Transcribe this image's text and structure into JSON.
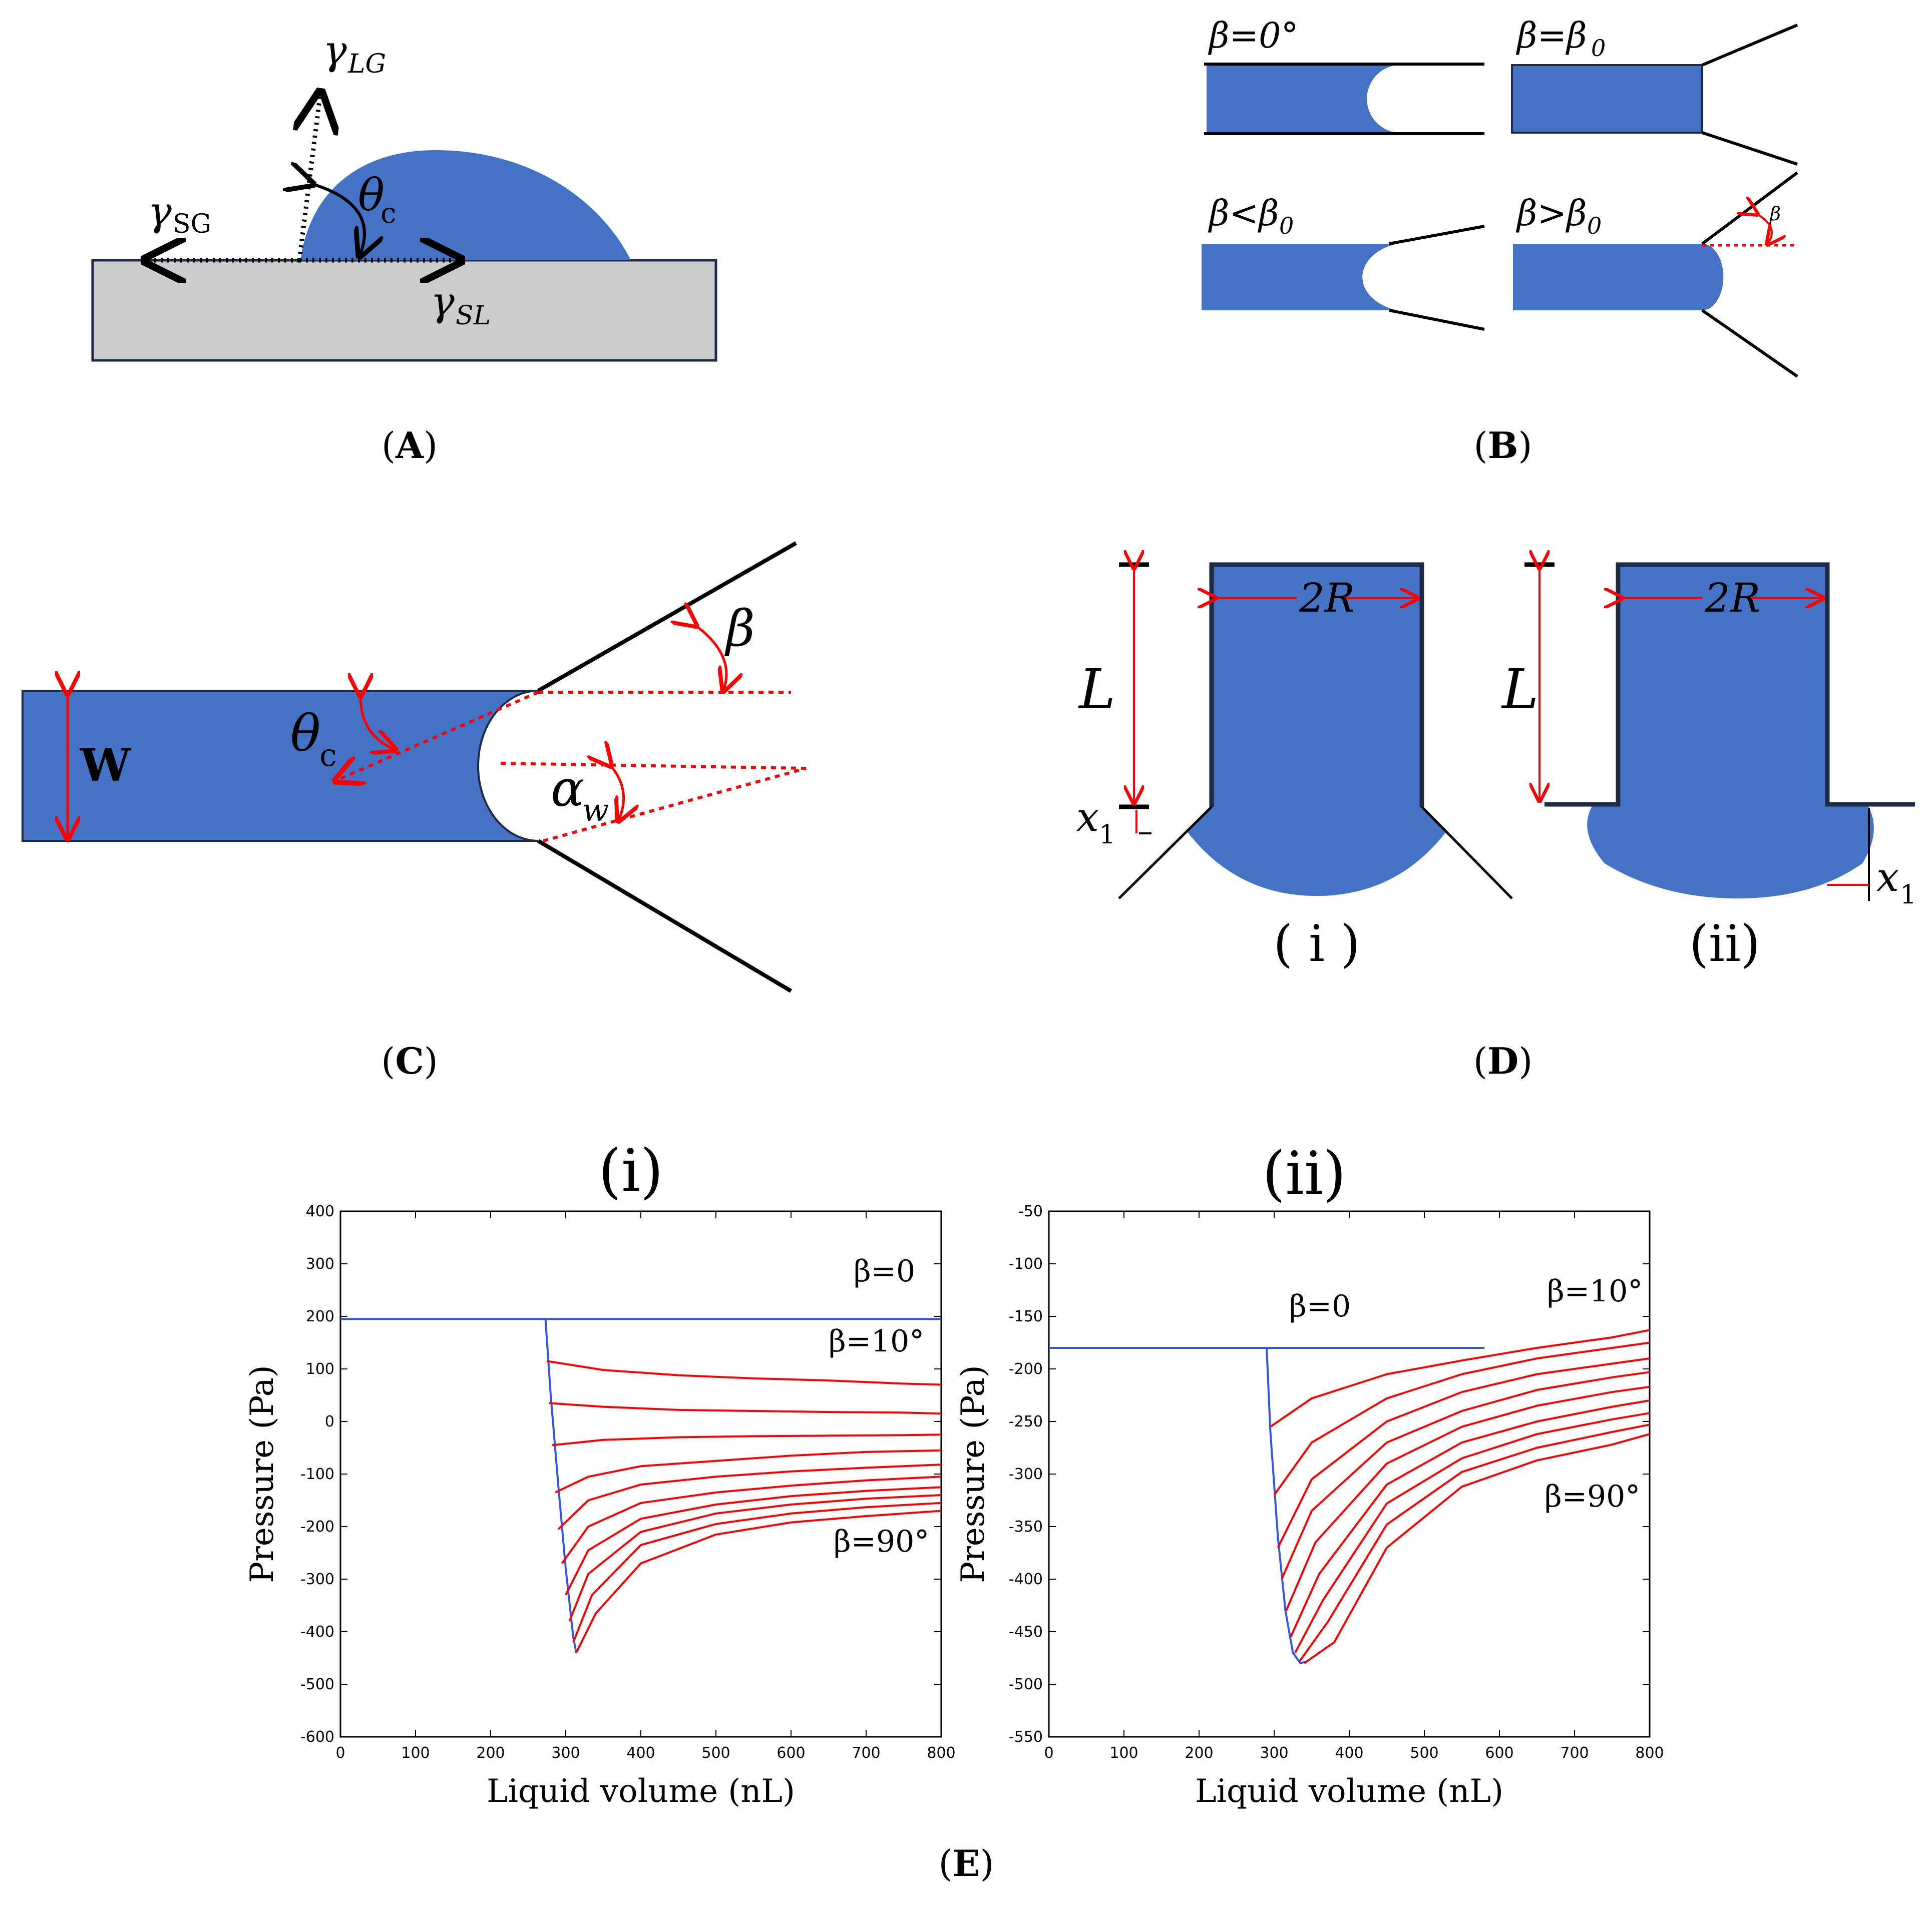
{
  "captions": {
    "A": "(A)",
    "B": "(B)",
    "C": "(C)",
    "D": "(D)",
    "E": "(E)"
  },
  "colors": {
    "liquid": "#4472c4",
    "substrate": "#cccccc",
    "annotation": "#ff0000",
    "curve_blue": "#3355ee",
    "curve_red": "#ff0000"
  },
  "panel_a": {
    "sym_gamma": "γ",
    "sub_lg": "LG",
    "sub_sg": "SG",
    "sub_sl": "SL",
    "sym_theta": "θ",
    "sub_c": "c"
  },
  "panel_b": {
    "beta0": "β=0°",
    "beta_eq": {
      "pre": "β=β",
      "sub": "0"
    },
    "beta_lt": {
      "pre": "β<β",
      "sub": "0"
    },
    "beta_gt": {
      "pre": "β>β",
      "sub": "0"
    },
    "beta_small": "β"
  },
  "panel_c": {
    "beta": "β",
    "theta": "θ",
    "theta_sub": "c",
    "alpha": "α",
    "alpha_sub": "w",
    "width": "W"
  },
  "panel_d": {
    "L": "L",
    "twoR": "2R",
    "x": "x",
    "x_sub": "1",
    "label_i": "( i )",
    "label_ii": "(ii)"
  },
  "panel_e": {
    "label_i": "(i)",
    "label_ii": "(ii)"
  },
  "chart_data": [
    {
      "type": "line",
      "title": "(i)",
      "xlabel": "Liquid volume (nL)",
      "ylabel": "Pressure (Pa)",
      "xlim": [
        0,
        800
      ],
      "ylim": [
        -600,
        400
      ],
      "xticks": [
        0,
        100,
        200,
        300,
        400,
        500,
        600,
        700,
        800
      ],
      "yticks": [
        400,
        300,
        200,
        100,
        0,
        -100,
        -200,
        -300,
        -400,
        -500,
        -600
      ],
      "annotations": [
        "β=0",
        "β=10°",
        "β=90°"
      ],
      "series": [
        {
          "name": "β=0",
          "color": "blue",
          "x": [
            0,
            800
          ],
          "y": [
            195,
            195
          ]
        },
        {
          "color": "blue",
          "x": [
            273,
            280,
            290,
            300,
            310,
            314
          ],
          "y": [
            195,
            50,
            -120,
            -280,
            -410,
            -440
          ]
        },
        {
          "color": "red",
          "x": [
            275,
            350,
            450,
            550,
            650,
            750,
            800
          ],
          "y": [
            115,
            98,
            88,
            82,
            78,
            72,
            70
          ]
        },
        {
          "color": "red",
          "x": [
            278,
            350,
            450,
            550,
            650,
            750,
            800
          ],
          "y": [
            35,
            28,
            22,
            20,
            18,
            17,
            15
          ]
        },
        {
          "color": "red",
          "x": [
            282,
            350,
            450,
            550,
            650,
            750,
            800
          ],
          "y": [
            -45,
            -35,
            -30,
            -28,
            -27,
            -26,
            -25
          ]
        },
        {
          "color": "red",
          "x": [
            286,
            330,
            400,
            500,
            600,
            700,
            800
          ],
          "y": [
            -135,
            -105,
            -85,
            -75,
            -65,
            -58,
            -55
          ]
        },
        {
          "color": "red",
          "x": [
            290,
            330,
            400,
            500,
            600,
            700,
            800
          ],
          "y": [
            -205,
            -150,
            -120,
            -105,
            -95,
            -88,
            -82
          ]
        },
        {
          "color": "red",
          "x": [
            295,
            330,
            400,
            500,
            600,
            700,
            800
          ],
          "y": [
            -270,
            -200,
            -155,
            -135,
            -122,
            -112,
            -105
          ]
        },
        {
          "color": "red",
          "x": [
            300,
            330,
            400,
            500,
            600,
            700,
            800
          ],
          "y": [
            -330,
            -245,
            -185,
            -158,
            -142,
            -132,
            -125
          ]
        },
        {
          "color": "red",
          "x": [
            305,
            330,
            400,
            500,
            600,
            700,
            800
          ],
          "y": [
            -380,
            -290,
            -210,
            -175,
            -158,
            -147,
            -140
          ]
        },
        {
          "color": "red",
          "x": [
            310,
            335,
            400,
            500,
            600,
            700,
            800
          ],
          "y": [
            -420,
            -330,
            -235,
            -195,
            -175,
            -163,
            -155
          ]
        },
        {
          "color": "red",
          "x": [
            314,
            340,
            400,
            500,
            600,
            700,
            800
          ],
          "y": [
            -440,
            -365,
            -270,
            -215,
            -192,
            -180,
            -170
          ]
        }
      ]
    },
    {
      "type": "line",
      "title": "(ii)",
      "xlabel": "Liquid volume (nL)",
      "ylabel": "Pressure (Pa)",
      "xlim": [
        0,
        800
      ],
      "ylim": [
        -550,
        -50
      ],
      "xticks": [
        0,
        100,
        200,
        300,
        400,
        500,
        600,
        700,
        800
      ],
      "yticks": [
        -50,
        -100,
        -150,
        -200,
        -250,
        -300,
        -350,
        -400,
        -450,
        -500,
        -550
      ],
      "annotations": [
        "β=0",
        "β=10°",
        "β=90°"
      ],
      "series": [
        {
          "name": "β=0",
          "color": "blue",
          "x": [
            0,
            580
          ],
          "y": [
            -180,
            -180
          ]
        },
        {
          "color": "blue",
          "x": [
            290,
            295,
            305,
            315,
            325,
            335,
            345
          ],
          "y": [
            -180,
            -260,
            -360,
            -430,
            -470,
            -480,
            -478
          ]
        },
        {
          "color": "red",
          "x": [
            295,
            350,
            450,
            550,
            650,
            750,
            800
          ],
          "y": [
            -255,
            -228,
            -205,
            -192,
            -180,
            -170,
            -163
          ]
        },
        {
          "color": "red",
          "x": [
            300,
            350,
            450,
            550,
            650,
            750,
            800
          ],
          "y": [
            -320,
            -270,
            -228,
            -205,
            -190,
            -180,
            -175
          ]
        },
        {
          "color": "red",
          "x": [
            305,
            350,
            450,
            550,
            650,
            750,
            800
          ],
          "y": [
            -370,
            -305,
            -250,
            -222,
            -205,
            -195,
            -190
          ]
        },
        {
          "color": "red",
          "x": [
            310,
            350,
            450,
            550,
            650,
            750,
            800
          ],
          "y": [
            -400,
            -335,
            -270,
            -240,
            -220,
            -208,
            -203
          ]
        },
        {
          "color": "red",
          "x": [
            316,
            355,
            450,
            550,
            650,
            750,
            800
          ],
          "y": [
            -430,
            -365,
            -290,
            -255,
            -235,
            -222,
            -217
          ]
        },
        {
          "color": "red",
          "x": [
            322,
            360,
            450,
            550,
            650,
            750,
            800
          ],
          "y": [
            -455,
            -395,
            -310,
            -270,
            -250,
            -236,
            -230
          ]
        },
        {
          "color": "red",
          "x": [
            328,
            365,
            450,
            550,
            650,
            750,
            800
          ],
          "y": [
            -470,
            -420,
            -328,
            -285,
            -262,
            -248,
            -242
          ]
        },
        {
          "color": "red",
          "x": [
            334,
            372,
            450,
            550,
            650,
            750,
            800
          ],
          "y": [
            -478,
            -440,
            -348,
            -298,
            -275,
            -260,
            -253
          ]
        },
        {
          "color": "red",
          "x": [
            340,
            380,
            450,
            550,
            650,
            750,
            800
          ],
          "y": [
            -480,
            -460,
            -370,
            -312,
            -287,
            -272,
            -262
          ]
        }
      ]
    }
  ]
}
